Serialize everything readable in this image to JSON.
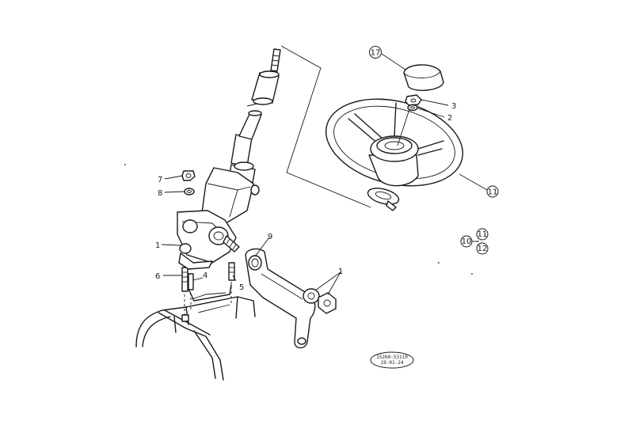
{
  "callouts": {
    "p1_gear": "1",
    "p1_nut": "1",
    "p2": "2",
    "p3": "3",
    "p4": "4",
    "p5": "5",
    "p6": "6",
    "p7": "7",
    "p8": "8",
    "p9": "9",
    "p11_wheel": "11",
    "p10_group": "10",
    "p11_group": "11",
    "p12_group": "12",
    "p17": "17"
  },
  "reference_stamp": {
    "line1": "15260-53110",
    "line2": "19-01-24"
  },
  "colors": {
    "ink": "#1a1a1a",
    "paper": "#ffffff"
  }
}
